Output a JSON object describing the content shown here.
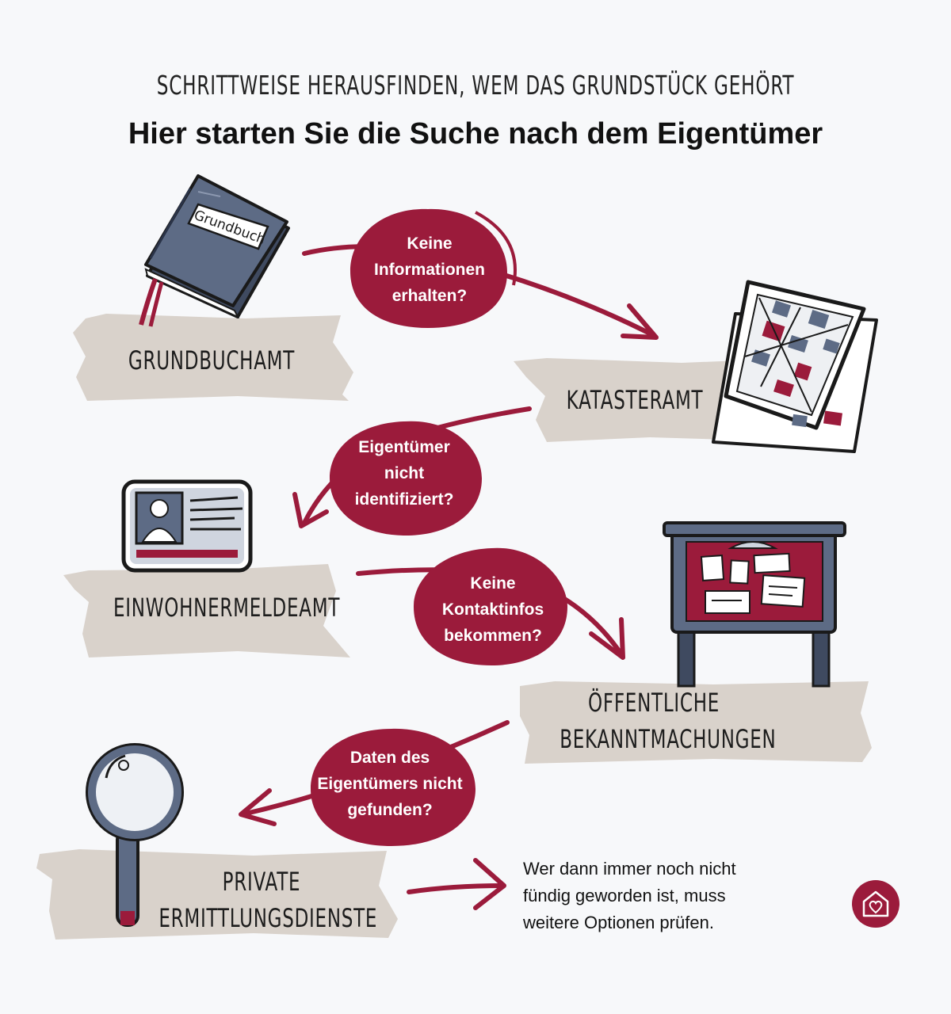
{
  "header": {
    "kicker": "SCHRITTWEISE HERAUSFINDEN, WEM DAS GRUNDSTÜCK GEHÖRT",
    "title": "Hier starten Sie die Suche nach dem Eigentümer"
  },
  "steps": [
    {
      "label": "GRUNDBUCHAMT",
      "icon": "grundbuch-book-icon",
      "icon_text": "Grundbuch"
    },
    {
      "label": "KATASTERAMT",
      "icon": "cadastral-map-icon"
    },
    {
      "label": "EINWOHNERMELDEAMT",
      "icon": "id-card-icon"
    },
    {
      "label_line1": "ÖFFENTLICHE",
      "label_line2": "BEKANNTMACHUNGEN",
      "icon": "notice-board-icon"
    },
    {
      "label_line1": "PRIVATE",
      "label_line2": "ERMITTLUNGSDIENSTE",
      "icon": "magnifier-icon"
    }
  ],
  "bubbles": [
    {
      "line1": "Keine",
      "line2": "Informationen",
      "line3": "erhalten?"
    },
    {
      "line1": "Eigentümer",
      "line2": "nicht",
      "line3": "identifiziert?"
    },
    {
      "line1": "Keine",
      "line2": "Kontaktinfos",
      "line3": "bekommen?"
    },
    {
      "line1": "Daten des",
      "line2": "Eigentümers nicht",
      "line3": "gefunden?"
    }
  ],
  "note": {
    "line1": "Wer dann immer noch nicht",
    "line2": "fündig geworden ist, muss",
    "line3": "weitere Optionen prüfen."
  },
  "colors": {
    "accent": "#9b1b3b",
    "tape": "#d9d2cb",
    "slate": "#5d6b85",
    "background": "#f7f8fa"
  },
  "logo": {
    "icon": "house-heart-logo-icon"
  }
}
